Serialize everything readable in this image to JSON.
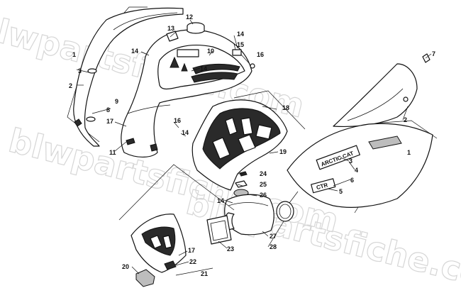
{
  "watermark": "blwpartsfiche.com",
  "decals": {
    "brand": "ARCTIC CAT",
    "model": "CTR"
  },
  "callouts": [
    {
      "id": "c1a",
      "label": "1"
    },
    {
      "id": "c2a",
      "label": "2"
    },
    {
      "id": "c3a",
      "label": "3"
    },
    {
      "id": "c8",
      "label": "8"
    },
    {
      "id": "c9",
      "label": "9"
    },
    {
      "id": "c17a",
      "label": "17"
    },
    {
      "id": "c11",
      "label": "11"
    },
    {
      "id": "c13",
      "label": "13"
    },
    {
      "id": "c12",
      "label": "12"
    },
    {
      "id": "c14a",
      "label": "14"
    },
    {
      "id": "c14b",
      "label": "14"
    },
    {
      "id": "c10",
      "label": "10"
    },
    {
      "id": "c14c",
      "label": "14"
    },
    {
      "id": "c15",
      "label": "15"
    },
    {
      "id": "c16a",
      "label": "16"
    },
    {
      "id": "c16b",
      "label": "16"
    },
    {
      "id": "c14d",
      "label": "14"
    },
    {
      "id": "c18",
      "label": "18"
    },
    {
      "id": "c19",
      "label": "19"
    },
    {
      "id": "c24",
      "label": "24"
    },
    {
      "id": "c25",
      "label": "25"
    },
    {
      "id": "c26",
      "label": "26"
    },
    {
      "id": "c14e",
      "label": "14"
    },
    {
      "id": "c27",
      "label": "27"
    },
    {
      "id": "c28",
      "label": "28"
    },
    {
      "id": "c23",
      "label": "23"
    },
    {
      "id": "c17b",
      "label": "17"
    },
    {
      "id": "c22",
      "label": "22"
    },
    {
      "id": "c20",
      "label": "20"
    },
    {
      "id": "c21",
      "label": "21"
    },
    {
      "id": "c7",
      "label": "7"
    },
    {
      "id": "c2b",
      "label": "2"
    },
    {
      "id": "c1b",
      "label": "1"
    },
    {
      "id": "c3b",
      "label": "3"
    },
    {
      "id": "c4",
      "label": "4"
    },
    {
      "id": "c6",
      "label": "6"
    },
    {
      "id": "c5",
      "label": "5"
    }
  ]
}
